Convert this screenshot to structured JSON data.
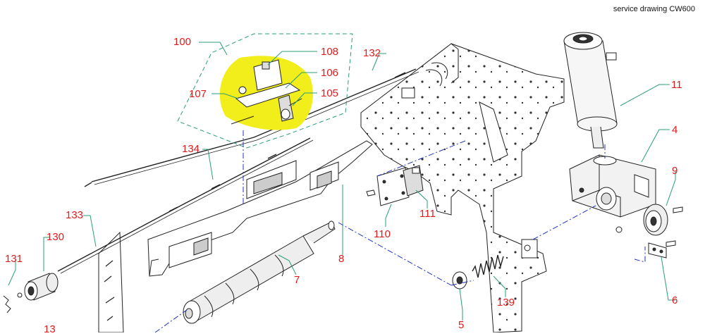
{
  "title": "service drawing CW600",
  "colors": {
    "callout": "#e01b1b",
    "leader_green": "#2a9d7a",
    "leader_blue": "#2233bb",
    "highlight": "#f2ee1c",
    "line": "#222222"
  },
  "callouts": [
    {
      "id": "c100",
      "label": "100"
    },
    {
      "id": "c108",
      "label": "108"
    },
    {
      "id": "c106",
      "label": "106"
    },
    {
      "id": "c107",
      "label": "107"
    },
    {
      "id": "c105",
      "label": "105"
    },
    {
      "id": "c132",
      "label": "132"
    },
    {
      "id": "c134",
      "label": "134"
    },
    {
      "id": "c133",
      "label": "133"
    },
    {
      "id": "c130",
      "label": "130"
    },
    {
      "id": "c131",
      "label": "131"
    },
    {
      "id": "c13",
      "label": "13"
    },
    {
      "id": "c7",
      "label": "7"
    },
    {
      "id": "c8",
      "label": "8"
    },
    {
      "id": "c110",
      "label": "110"
    },
    {
      "id": "c111",
      "label": "111"
    },
    {
      "id": "c5",
      "label": "5"
    },
    {
      "id": "c139",
      "label": "139"
    },
    {
      "id": "c11",
      "label": "11"
    },
    {
      "id": "c4",
      "label": "4"
    },
    {
      "id": "c9",
      "label": "9"
    },
    {
      "id": "c6",
      "label": "6"
    }
  ]
}
